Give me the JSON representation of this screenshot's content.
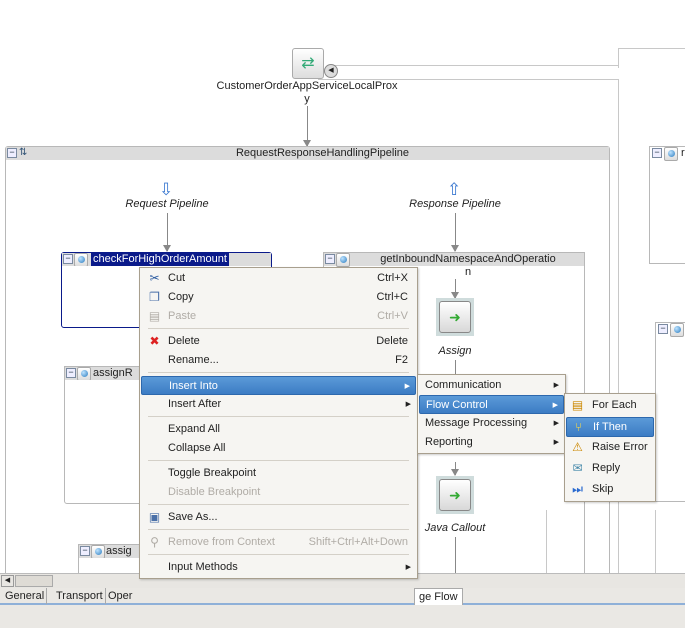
{
  "proxy": {
    "label_line1": "CustomerOrderAppServiceLocalProx",
    "label_line2": "y"
  },
  "pipeline": {
    "title": "RequestResponseHandlingPipeline",
    "request_label": "Request Pipeline",
    "response_label": "Response Pipeline"
  },
  "stages": {
    "check": "checkForHighOrderAmount",
    "getinbound_line1": "getInboundNamespaceAndOperatio",
    "getinbound_line2": "n",
    "assignR": "assignR",
    "assig": "assig",
    "right_stage": "r"
  },
  "actions": {
    "assign": "Assign",
    "java_callout": "Java Callout"
  },
  "context_menu": {
    "items": [
      {
        "label": "Cut",
        "shortcut": "Ctrl+X"
      },
      {
        "label": "Copy",
        "shortcut": "Ctrl+C"
      },
      {
        "label": "Paste",
        "shortcut": "Ctrl+V"
      },
      {
        "label": "Delete",
        "shortcut": "Delete"
      },
      {
        "label": "Rename...",
        "shortcut": "F2"
      },
      {
        "label": "Insert Into"
      },
      {
        "label": "Insert After"
      },
      {
        "label": "Expand All"
      },
      {
        "label": "Collapse All"
      },
      {
        "label": "Toggle Breakpoint"
      },
      {
        "label": "Disable Breakpoint"
      },
      {
        "label": "Save As..."
      },
      {
        "label": "Remove from Context",
        "shortcut": "Shift+Ctrl+Alt+Down"
      },
      {
        "label": "Input Methods"
      }
    ]
  },
  "insert_into_menu": {
    "items": [
      "Communication",
      "Flow Control",
      "Message Processing",
      "Reporting"
    ]
  },
  "flow_control_menu": {
    "items": [
      "For Each",
      "If Then",
      "Raise Error",
      "Reply",
      "Skip"
    ]
  },
  "bottom_tabs": [
    "General",
    "Transport",
    "Oper",
    "ge Flow"
  ],
  "colors": {
    "highlight": "#3c7cc4",
    "selection": "#0a1a8a"
  }
}
